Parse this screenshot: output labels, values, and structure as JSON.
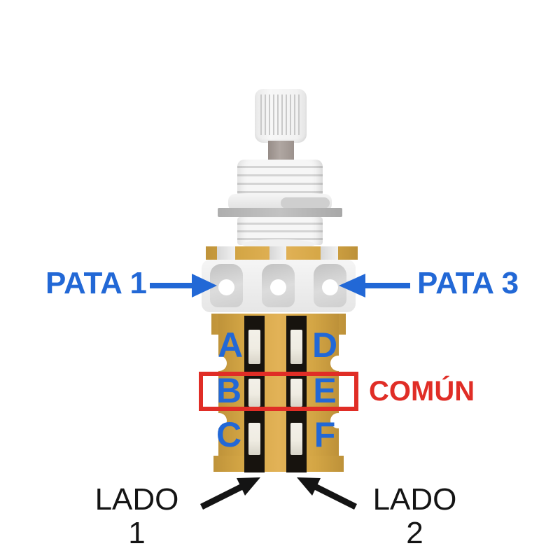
{
  "annotations": {
    "pata1": {
      "label": "PATA 1"
    },
    "pata3": {
      "label": "PATA 3"
    },
    "comun": {
      "label": "COMÚN"
    },
    "lado1": {
      "label": "LADO 1"
    },
    "lado2": {
      "label": "LADO 2"
    }
  },
  "pins": [
    {
      "label": "A"
    },
    {
      "label": "B"
    },
    {
      "label": "C"
    },
    {
      "label": "D"
    },
    {
      "label": "E"
    },
    {
      "label": "F"
    }
  ],
  "colors": {
    "label_blue": "#2268D6",
    "annotation_red": "#E02D26",
    "annotation_black": "#141414",
    "body_gold": "#D4A443",
    "plate_gold": "#D9A02C",
    "strip_black": "#17130E",
    "contact_cream": "#EFECE2"
  }
}
